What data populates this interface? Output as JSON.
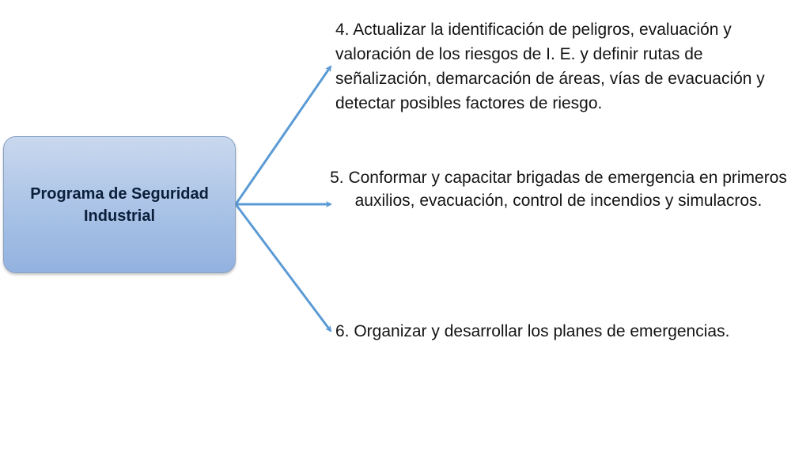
{
  "central_node": {
    "label": "Programa de Seguridad Industrial"
  },
  "branches": [
    {
      "text": "4. Actualizar la identificación de peligros, evaluación y valoración de los riesgos de I. E. y definir rutas de señalización, demarcación de áreas, vías de evacuación y detectar posibles factores de riesgo."
    },
    {
      "text": "5. Conformar y capacitar brigadas de emergencia en primeros auxilios, evacuación, control de incendios y simulacros."
    },
    {
      "text": "6. Organizar y desarrollar los planes de emergencias."
    }
  ],
  "colors": {
    "box_fill": "#a9c2e6",
    "arrow": "#5b9bd5"
  }
}
